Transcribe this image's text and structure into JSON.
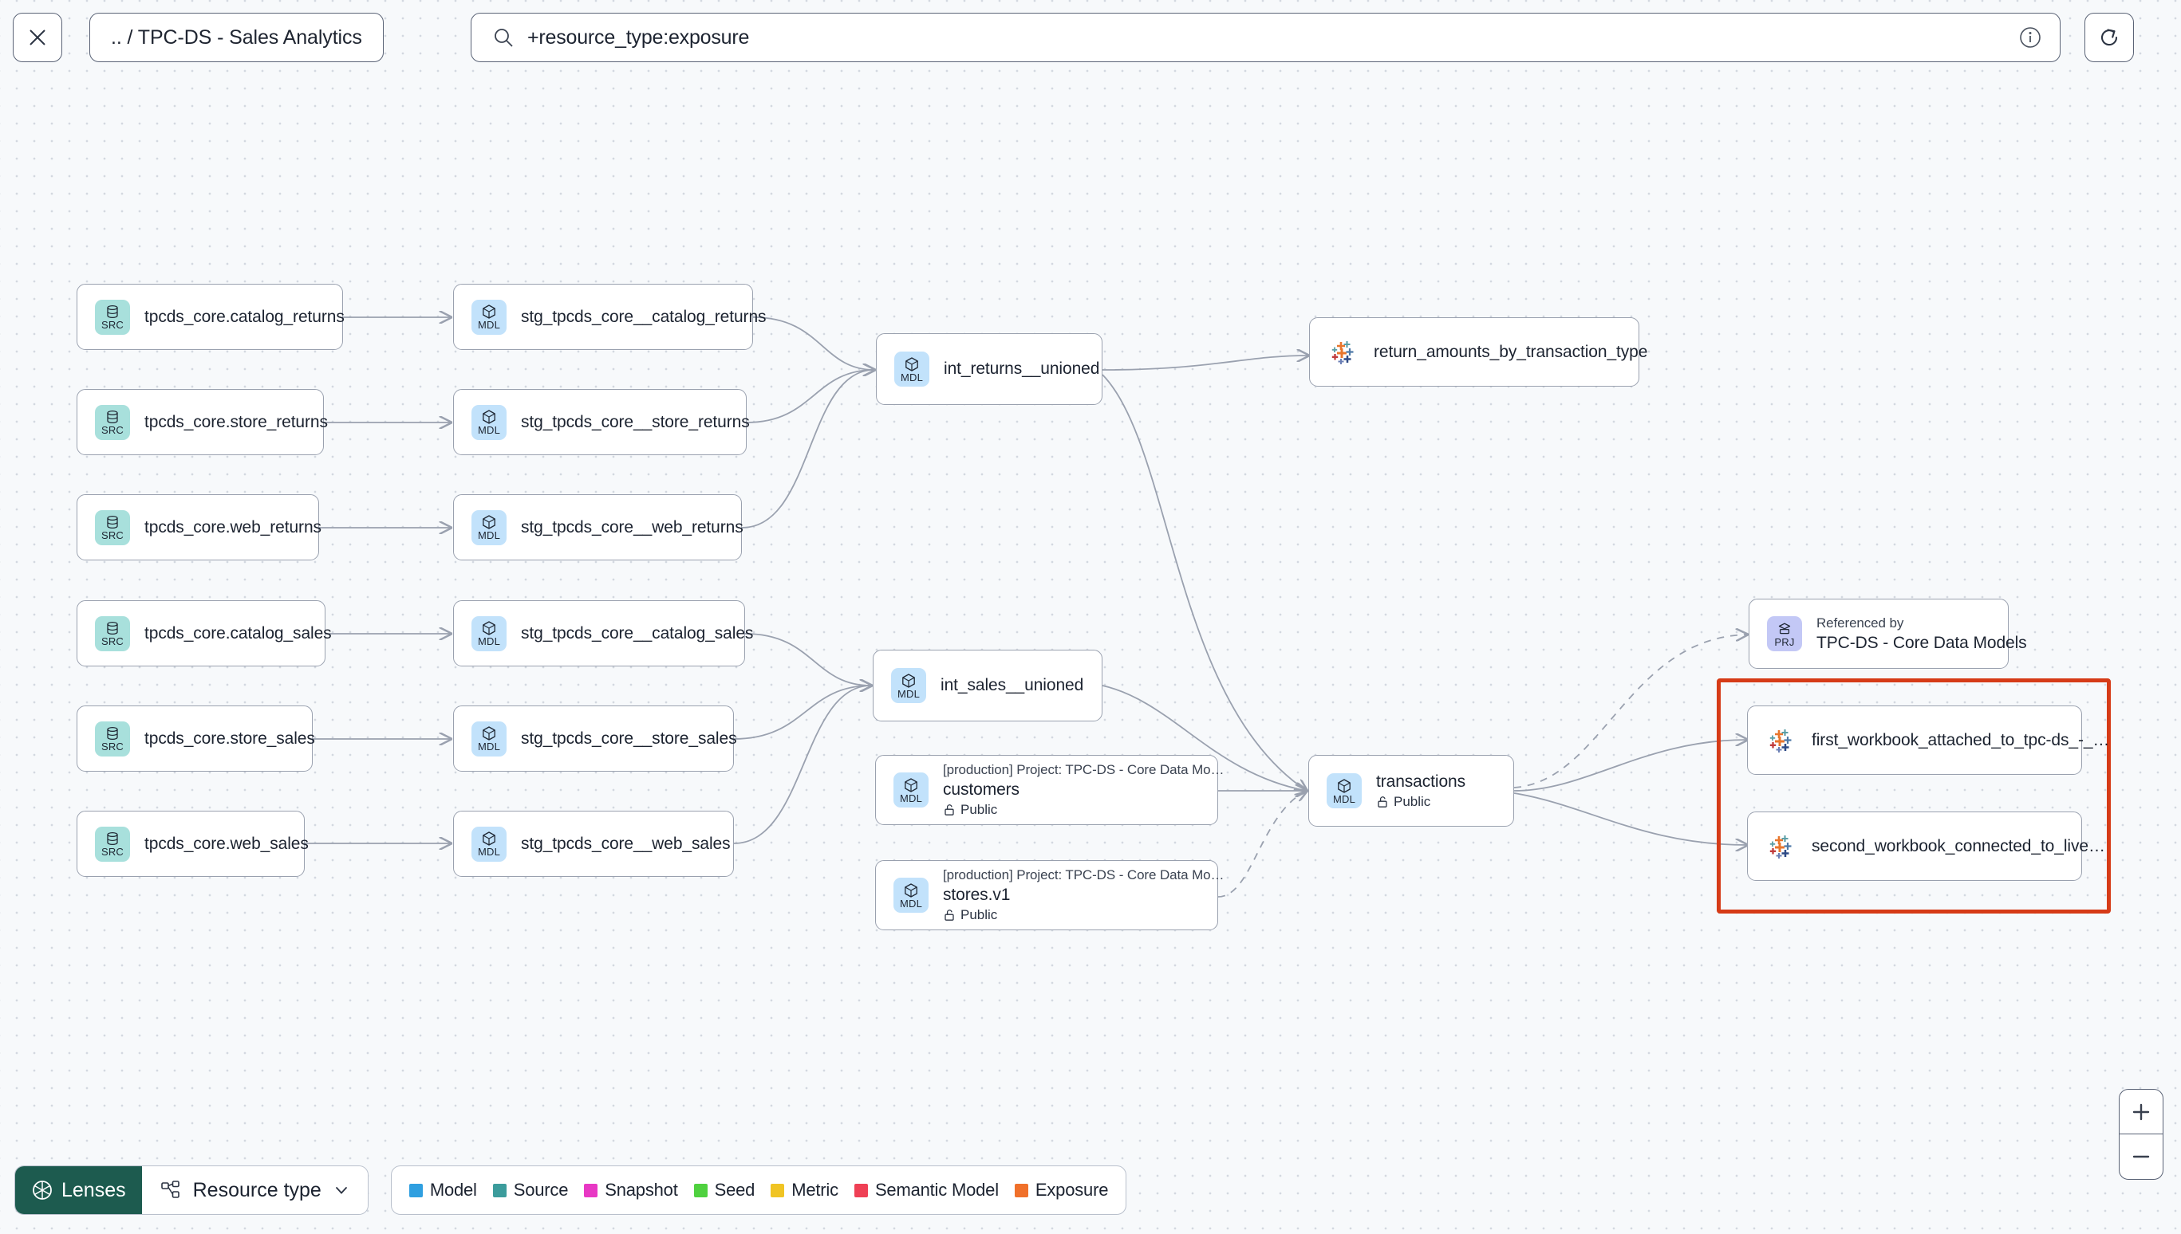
{
  "topbar": {
    "close_icon": "close-icon",
    "breadcrumb": ".. / TPC-DS - Sales Analytics",
    "search": {
      "value": "+resource_type:exposure",
      "icon": "search-icon",
      "info_icon": "info-icon"
    },
    "refresh_icon": "refresh-icon"
  },
  "graph": {
    "sources": [
      {
        "code": "SRC",
        "label": "tpcds_core.catalog_returns"
      },
      {
        "code": "SRC",
        "label": "tpcds_core.store_returns"
      },
      {
        "code": "SRC",
        "label": "tpcds_core.web_returns"
      },
      {
        "code": "SRC",
        "label": "tpcds_core.catalog_sales"
      },
      {
        "code": "SRC",
        "label": "tpcds_core.store_sales"
      },
      {
        "code": "SRC",
        "label": "tpcds_core.web_sales"
      }
    ],
    "staging": [
      {
        "code": "MDL",
        "label": "stg_tpcds_core__catalog_returns"
      },
      {
        "code": "MDL",
        "label": "stg_tpcds_core__store_returns"
      },
      {
        "code": "MDL",
        "label": "stg_tpcds_core__web_returns"
      },
      {
        "code": "MDL",
        "label": "stg_tpcds_core__catalog_sales"
      },
      {
        "code": "MDL",
        "label": "stg_tpcds_core__store_sales"
      },
      {
        "code": "MDL",
        "label": "stg_tpcds_core__web_sales"
      }
    ],
    "intermediate": [
      {
        "code": "MDL",
        "label": "int_returns__unioned"
      },
      {
        "code": "MDL",
        "label": "int_sales__unioned"
      }
    ],
    "project_models": [
      {
        "code": "MDL",
        "top": "[production] Project: TPC-DS - Core Data Mo…",
        "label": "customers",
        "access": "Public",
        "access_icon": "unlock-icon"
      },
      {
        "code": "MDL",
        "top": "[production] Project: TPC-DS - Core Data Mo…",
        "label": "stores.v1",
        "access": "Public",
        "access_icon": "unlock-icon"
      }
    ],
    "transactions": {
      "code": "MDL",
      "label": "transactions",
      "access": "Public",
      "access_icon": "unlock-icon"
    },
    "project_ref": {
      "code": "PRJ",
      "top": "Referenced by",
      "label": "TPC-DS - Core Data Models"
    },
    "exposures": [
      {
        "icon": "tableau-icon",
        "label": "return_amounts_by_transaction_type"
      },
      {
        "icon": "tableau-icon",
        "label": "first_workbook_attached_to_tpc-ds_-_…"
      },
      {
        "icon": "tableau-icon",
        "label": "second_workbook_connected_to_live…"
      }
    ]
  },
  "bottom": {
    "lenses_label": "Lenses",
    "lenses_icon": "aperture-icon",
    "resource_type_label": "Resource type",
    "resource_type_icon": "nodes-icon",
    "chevron_icon": "chevron-down-icon",
    "legend": [
      {
        "label": "Model",
        "color": "#2f9fe0"
      },
      {
        "label": "Source",
        "color": "#3c9c9c"
      },
      {
        "label": "Snapshot",
        "color": "#e838c4"
      },
      {
        "label": "Seed",
        "color": "#4fd13f"
      },
      {
        "label": "Metric",
        "color": "#f0c424"
      },
      {
        "label": "Semantic Model",
        "color": "#ef4055"
      },
      {
        "label": "Exposure",
        "color": "#f0702a"
      }
    ]
  },
  "zoom": {
    "in_label": "+",
    "out_label": "–"
  },
  "colors": {
    "selection": "#d63b17",
    "lenses_bg": "#1d5b4f"
  }
}
